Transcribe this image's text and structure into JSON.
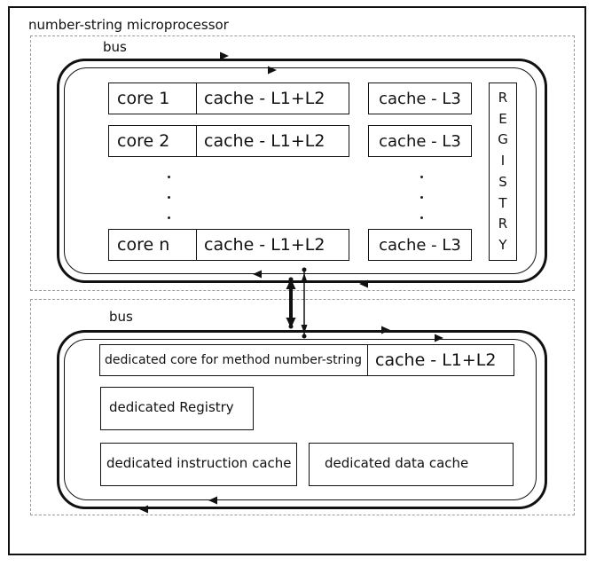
{
  "title": "number-string microprocessor",
  "top_bus_label": "bus",
  "bottom_bus_label": "bus",
  "cores": [
    {
      "core": "core 1",
      "cache": "cache - L1+L2",
      "l3": "cache - L3"
    },
    {
      "core": "core 2",
      "cache": "cache - L1+L2",
      "l3": "cache - L3"
    },
    {
      "core": "core n",
      "cache": "cache - L1+L2",
      "l3": "cache - L3"
    }
  ],
  "registry_letters": [
    "R",
    "E",
    "G",
    "I",
    "S",
    "T",
    "R",
    "Y"
  ],
  "dedicated": {
    "core_label": "dedicated core for method number-string",
    "cache_label": "cache - L1+L2",
    "registry_label": "dedicated Registry",
    "instruction_cache_label": "dedicated instruction cache",
    "data_cache_label": "dedicated data cache"
  }
}
